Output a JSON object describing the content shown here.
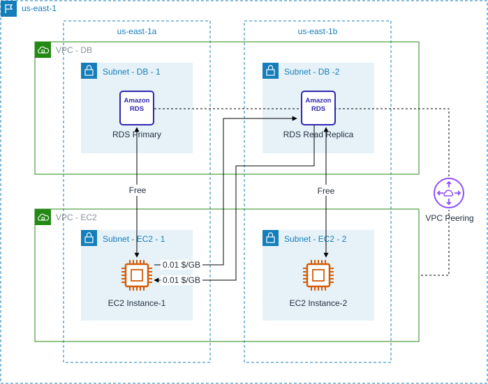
{
  "region": {
    "label": "us-east-1"
  },
  "availability_zones": [
    {
      "label": "us-east-1a"
    },
    {
      "label": "us-east-1b"
    }
  ],
  "vpcs": [
    {
      "label": "VPC - DB"
    },
    {
      "label": "VPC - EC2"
    }
  ],
  "subnets": [
    {
      "label": "Subnet - DB - 1"
    },
    {
      "label": "Subnet - DB -2"
    },
    {
      "label": "Subnet - EC2 - 1"
    },
    {
      "label": "Subnet - EC2 - 2"
    }
  ],
  "nodes": {
    "rds_primary": {
      "label": "RDS Primary",
      "icon_text_1": "Amazon",
      "icon_text_2": "RDS",
      "icon": "amazon-rds-icon"
    },
    "rds_replica": {
      "label": "RDS Read Replica",
      "icon_text_1": "Amazon",
      "icon_text_2": "RDS",
      "icon": "amazon-rds-icon"
    },
    "ec2_1": {
      "label": "EC2 Instance-1",
      "icon": "ec2-chip-icon"
    },
    "ec2_2": {
      "label": "EC2 Instance-2",
      "icon": "ec2-chip-icon"
    },
    "vpc_peering": {
      "label": "VPC Peering",
      "icon": "vpc-peering-router-icon"
    }
  },
  "edges": {
    "primary_ec2_1": "Free",
    "replica_ec2_2": "Free",
    "ec2_1_to_replica": "0.01 $/GB",
    "replica_to_ec2_1": "0.01 $/GB"
  },
  "colors": {
    "region_border": "#147eba",
    "vpc_border": "#248814",
    "subnet_fill": "#e6f2f8",
    "rds_color": "#2e27ad",
    "ec2_color": "#d45b07",
    "peering_color": "#8c4fff",
    "connector": "#000000"
  }
}
